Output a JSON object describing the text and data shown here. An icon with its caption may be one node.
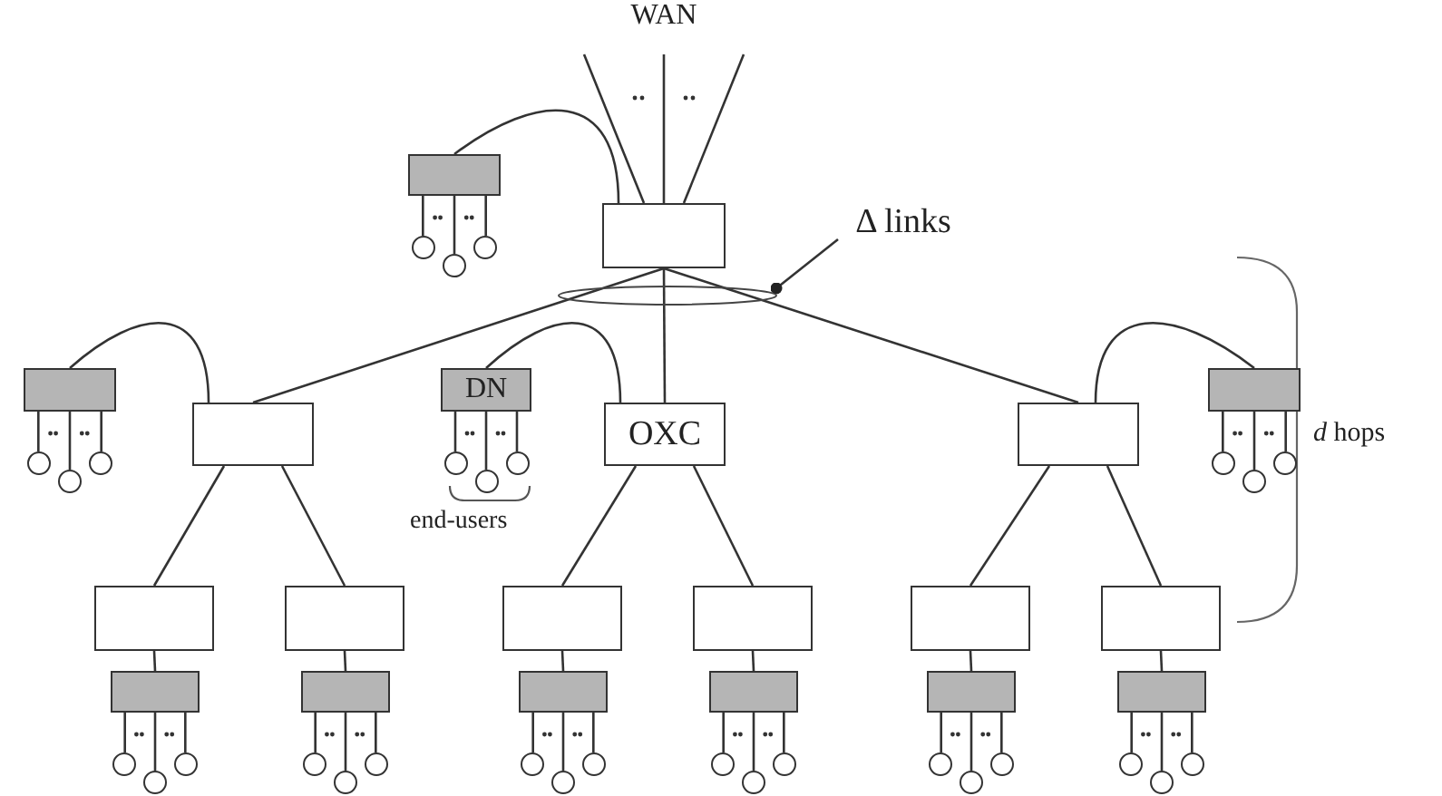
{
  "diagram": {
    "nodes": [
      {
        "text": [
          "WAN"
        ]
      },
      {
        "text": [],
        "shape": "box"
      },
      {
        "text": [],
        "shape": "box"
      },
      {
        "text": [
          "Δ links"
        ]
      },
      {
        "text": [],
        "shape": "box"
      },
      {
        "text": [],
        "shape": "box"
      },
      {
        "text": [
          "DN"
        ]
      },
      {
        "text": [
          "OXC"
        ]
      },
      {
        "text": [],
        "shape": "box"
      },
      {
        "text": [],
        "shape": "box"
      },
      {
        "text": [],
        "shape": "box"
      },
      {
        "text": [],
        "shape": "box"
      },
      {
        "text": [],
        "shape": "box"
      },
      {
        "text": [],
        "shape": "box"
      },
      {
        "text": [],
        "shape": "box"
      },
      {
        "text": [],
        "shape": "box"
      },
      {
        "text": [],
        "shape": "box"
      },
      {
        "text": [],
        "shape": "box"
      },
      {
        "text": [],
        "shape": "box"
      },
      {
        "text": [],
        "shape": "box"
      },
      {
        "text": [],
        "shape": "box"
      },
      {
        "text": [],
        "shape": "box"
      },
      {
        "text": [],
        "shape": "circle"
      },
      {
        "text": [],
        "shape": "circle"
      },
      {
        "text": [],
        "shape": "circle"
      },
      {
        "text": [],
        "shape": "circle"
      },
      {
        "text": [],
        "shape": "circle"
      },
      {
        "text": [],
        "shape": "circle"
      },
      {
        "text": [],
        "shape": "circle"
      },
      {
        "text": [],
        "shape": "circle"
      },
      {
        "text": [],
        "shape": "circle"
      },
      {
        "text": [],
        "shape": "circle"
      },
      {
        "text": [],
        "shape": "circle"
      },
      {
        "text": [],
        "shape": "circle"
      },
      {
        "text": [],
        "shape": "circle"
      },
      {
        "text": [],
        "shape": "circle"
      },
      {
        "text": [],
        "shape": "circle"
      },
      {
        "text": [],
        "shape": "circle"
      },
      {
        "text": [],
        "shape": "circle"
      },
      {
        "text": [],
        "shape": "circle"
      },
      {
        "text": [],
        "shape": "circle"
      },
      {
        "text": [],
        "shape": "circle"
      },
      {
        "text": [],
        "shape": "circle"
      },
      {
        "text": [],
        "shape": "circle"
      },
      {
        "text": [],
        "shape": "circle"
      },
      {
        "text": [],
        "shape": "circle"
      },
      {
        "text": [],
        "shape": "circle"
      },
      {
        "text": [],
        "shape": "circle"
      },
      {
        "text": [],
        "shape": "circle"
      },
      {
        "text": [],
        "shape": "circle"
      },
      {
        "text": [],
        "shape": "circle"
      },
      {
        "text": [],
        "shape": "circle"
      }
    ],
    "edges": [
      {
        "from": 2,
        "to": 0,
        "arrow": "none"
      },
      {
        "from": 2,
        "to": 0,
        "arrow": "none"
      },
      {
        "from": 2,
        "to": 0,
        "arrow": "none"
      },
      {
        "from": 1,
        "to": 2,
        "arrow": "none"
      },
      {
        "from": 2,
        "to": 5,
        "arrow": "none"
      },
      {
        "from": 2,
        "to": 7,
        "arrow": "none"
      },
      {
        "from": 2,
        "to": 8,
        "arrow": "none"
      },
      {
        "from": 3,
        "to": null,
        "arrow": "other"
      },
      {
        "from": 4,
        "to": 5,
        "arrow": "none"
      },
      {
        "from": 6,
        "to": 7,
        "arrow": "none"
      },
      {
        "from": 9,
        "to": 8,
        "arrow": "none"
      },
      {
        "from": 5,
        "to": 10,
        "arrow": "none"
      },
      {
        "from": 5,
        "to": 11,
        "arrow": "none"
      },
      {
        "from": 7,
        "to": 12,
        "arrow": "none"
      },
      {
        "from": 7,
        "to": 13,
        "arrow": "none"
      },
      {
        "from": 8,
        "to": 14,
        "arrow": "none"
      },
      {
        "from": 8,
        "to": 15,
        "arrow": "none"
      },
      {
        "from": 10,
        "to": 16,
        "arrow": "none"
      },
      {
        "from": 11,
        "to": 17,
        "arrow": "none"
      },
      {
        "from": 12,
        "to": 18,
        "arrow": "none"
      },
      {
        "from": 13,
        "to": 19,
        "arrow": "none"
      },
      {
        "from": 14,
        "to": 20,
        "arrow": "none"
      },
      {
        "from": 15,
        "to": 21,
        "arrow": "none"
      },
      {
        "from": 1,
        "to": 22,
        "arrow": "none"
      },
      {
        "from": 1,
        "to": 23,
        "arrow": "none"
      },
      {
        "from": 1,
        "to": 24,
        "arrow": "none"
      },
      {
        "from": 4,
        "to": 25,
        "arrow": "none"
      },
      {
        "from": 4,
        "to": 26,
        "arrow": "none"
      },
      {
        "from": 4,
        "to": 27,
        "arrow": "none"
      },
      {
        "from": 6,
        "to": 28,
        "arrow": "none"
      },
      {
        "from": 6,
        "to": 29,
        "arrow": "none"
      },
      {
        "from": 6,
        "to": 30,
        "arrow": "none"
      },
      {
        "from": 9,
        "to": 31,
        "arrow": "none"
      },
      {
        "from": 9,
        "to": 32,
        "arrow": "none"
      },
      {
        "from": 9,
        "to": 33,
        "arrow": "none"
      },
      {
        "from": 16,
        "to": 34,
        "arrow": "none"
      },
      {
        "from": 16,
        "to": 35,
        "arrow": "none"
      },
      {
        "from": 16,
        "to": 36,
        "arrow": "none"
      },
      {
        "from": 17,
        "to": 37,
        "arrow": "none"
      },
      {
        "from": 17,
        "to": 38,
        "arrow": "none"
      },
      {
        "from": 17,
        "to": 39,
        "arrow": "none"
      },
      {
        "from": 18,
        "to": 40,
        "arrow": "none"
      },
      {
        "from": 18,
        "to": 41,
        "arrow": "none"
      },
      {
        "from": 18,
        "to": 42,
        "arrow": "none"
      },
      {
        "from": 19,
        "to": 43,
        "arrow": "none"
      },
      {
        "from": 19,
        "to": 44,
        "arrow": "none"
      },
      {
        "from": 19,
        "to": 45,
        "arrow": "none"
      },
      {
        "from": 20,
        "to": 46,
        "arrow": "none"
      },
      {
        "from": 20,
        "to": 47,
        "arrow": "none"
      },
      {
        "from": 20,
        "to": 48,
        "arrow": "none"
      },
      {
        "from": 21,
        "to": 49,
        "arrow": "none"
      },
      {
        "from": 21,
        "to": 50,
        "arrow": "none"
      },
      {
        "from": 21,
        "to": 51,
        "arrow": "none"
      }
    ],
    "labels": [
      "end-users",
      "*d* hops"
    ]
  }
}
